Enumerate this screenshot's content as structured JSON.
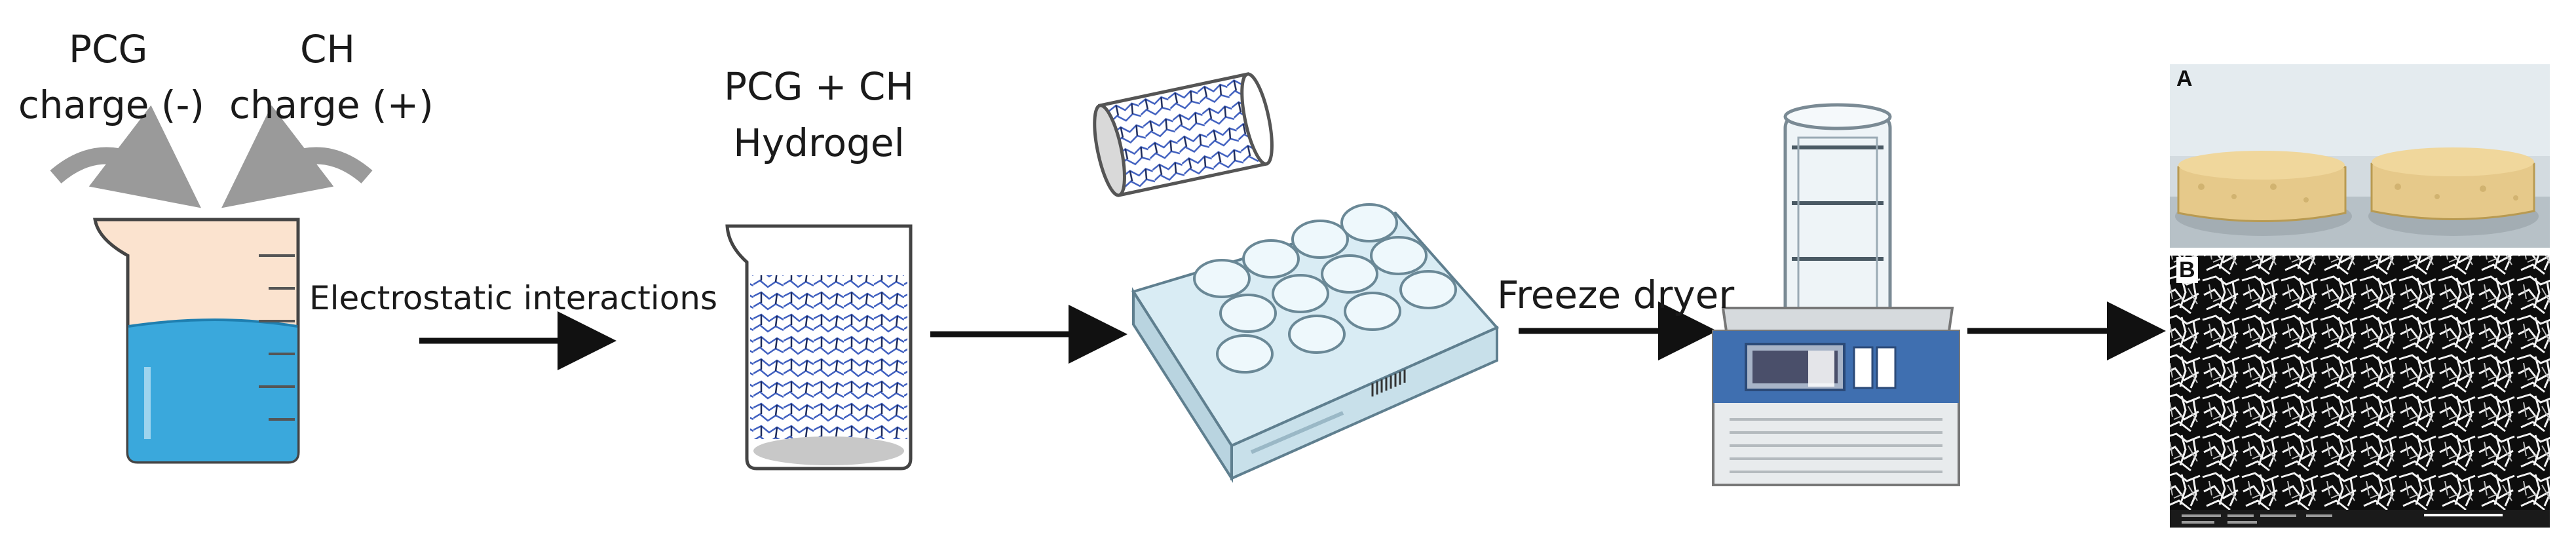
{
  "labels": {
    "pcg_line1": "PCG",
    "pcg_line2": "charge (-)",
    "ch_line1": "CH",
    "ch_line2": "charge (+)",
    "electrostatic": "Electrostatic interactions",
    "hydrogel_line1": "PCG + CH",
    "hydrogel_line2": "Hydrogel",
    "freeze_dryer": "Freeze dryer"
  },
  "panels": {
    "a_letter": "A",
    "b_letter": "B"
  },
  "colors": {
    "liquid": "#3aa8dc",
    "beaker_top_fill": "#fbe3cf",
    "arrow": "#111111",
    "curved_arrow": "#9a9a9a",
    "fiber_blue": "#3f5fbf",
    "fiber_dark": "#1c2a5a",
    "plate": "#d9ecf4",
    "dryer_panel": "#3f6fb0",
    "scaffold": "#e6c98a"
  }
}
